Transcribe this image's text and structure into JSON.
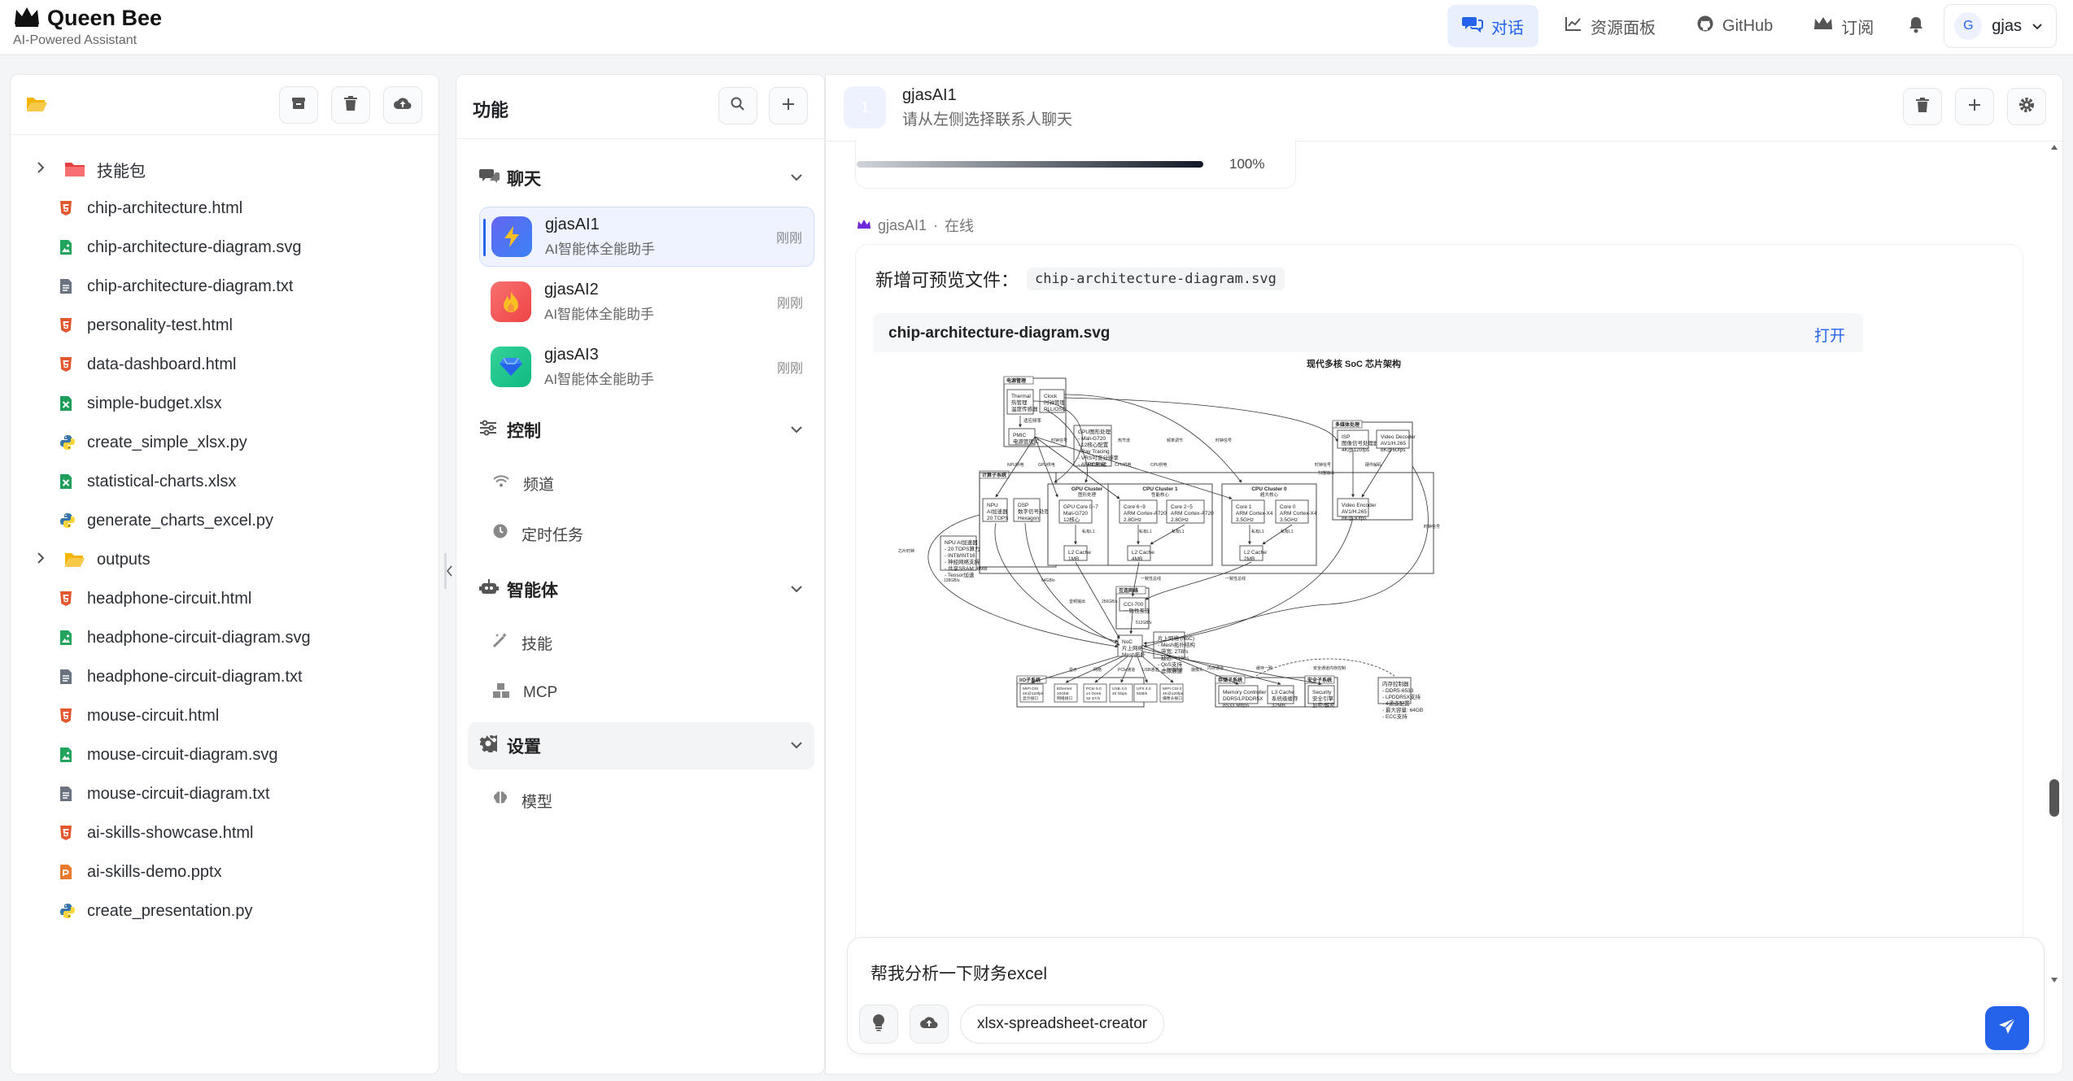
{
  "brand": {
    "title": "Queen Bee",
    "subtitle": "AI-Powered Assistant"
  },
  "nav": {
    "chat": "对话",
    "resources": "资源面板",
    "github": "GitHub",
    "subscribe": "订阅",
    "user_initial": "G",
    "user_name": "gjas"
  },
  "files": {
    "items": [
      {
        "name": "技能包",
        "type": "folder-red"
      },
      {
        "name": "chip-architecture.html",
        "type": "html"
      },
      {
        "name": "chip-architecture-diagram.svg",
        "type": "image"
      },
      {
        "name": "chip-architecture-diagram.txt",
        "type": "text"
      },
      {
        "name": "personality-test.html",
        "type": "html"
      },
      {
        "name": "data-dashboard.html",
        "type": "html"
      },
      {
        "name": "simple-budget.xlsx",
        "type": "excel"
      },
      {
        "name": "create_simple_xlsx.py",
        "type": "python"
      },
      {
        "name": "statistical-charts.xlsx",
        "type": "excel"
      },
      {
        "name": "generate_charts_excel.py",
        "type": "python"
      },
      {
        "name": "outputs",
        "type": "folder-yellow"
      },
      {
        "name": "headphone-circuit.html",
        "type": "html"
      },
      {
        "name": "headphone-circuit-diagram.svg",
        "type": "image"
      },
      {
        "name": "headphone-circuit-diagram.txt",
        "type": "text"
      },
      {
        "name": "mouse-circuit.html",
        "type": "html"
      },
      {
        "name": "mouse-circuit-diagram.svg",
        "type": "image"
      },
      {
        "name": "mouse-circuit-diagram.txt",
        "type": "text"
      },
      {
        "name": "ai-skills-showcase.html",
        "type": "html"
      },
      {
        "name": "ai-skills-demo.pptx",
        "type": "ppt"
      },
      {
        "name": "create_presentation.py",
        "type": "python"
      }
    ]
  },
  "func": {
    "title": "功能",
    "sections": {
      "chat": "聊天",
      "control": "控制",
      "agent": "智能体",
      "settings": "设置"
    },
    "contacts": [
      {
        "name": "gjasAI1",
        "desc": "AI智能体全能助手",
        "time": "刚刚"
      },
      {
        "name": "gjasAI2",
        "desc": "AI智能体全能助手",
        "time": "刚刚"
      },
      {
        "name": "gjasAI3",
        "desc": "AI智能体全能助手",
        "time": "刚刚"
      }
    ],
    "control_items": [
      "频道",
      "定时任务"
    ],
    "agent_items": [
      "技能",
      "MCP"
    ],
    "settings_items": [
      "模型"
    ]
  },
  "chat": {
    "header_avatar": "1",
    "header_name": "gjasAI1",
    "header_sub": "请从左侧选择联系人聊天",
    "progress_label": "100%",
    "progress_value": 1.0,
    "sender": "gjasAI1",
    "sender_status": "在线",
    "message_prefix": "新增可预览文件：",
    "message_file": "chip-architecture-diagram.svg",
    "preview_filename": "chip-architecture-diagram.svg",
    "open_label": "打开"
  },
  "diagram": {
    "title": "现代多核 SoC 芯片架构",
    "power": {
      "group": "电源管理",
      "thermal": [
        "Thermal",
        "热管理",
        "温度传感器"
      ],
      "clock": [
        "Clock",
        "时钟管理",
        "PLL/OSC"
      ],
      "pmic": [
        "PMIC",
        "电源管理IC"
      ],
      "label_adaptive": "适应频率"
    },
    "gpu_note": [
      "GPU图形处理",
      "- Mali-G720",
      "- 12核心配置",
      "- Ray Tracing",
      "- VRS可变分辨率",
      "- AFRC压缩"
    ],
    "compute": {
      "group": "计算子系统",
      "npu": [
        "NPU",
        "AI加速器",
        "20 TOPS"
      ],
      "dsp": [
        "DSP",
        "数字信号处理",
        "Hexagon"
      ]
    },
    "npu_note": [
      "NPU AI加速器",
      "- 20 TOPS算力",
      "- INT8/INT16",
      "- 神经网络支持",
      "- 共享SRAM: 8MB",
      "- Tensor加速"
    ],
    "gpu_cluster": {
      "title": [
        "GPU Cluster",
        "图形处理"
      ],
      "core": [
        "GPU Core 0~7",
        "Mali-G720",
        "12核心"
      ],
      "cache": [
        "L2 Cache",
        "1MB"
      ]
    },
    "cpu1": {
      "title": [
        "CPU Cluster 1",
        "性能核心"
      ],
      "core_a": [
        "Core 6~9",
        "ARM Cortex-A720",
        "2.8GHz"
      ],
      "core_b": [
        "Core 2~5",
        "ARM Cortex-A720",
        "2.8GHz"
      ],
      "cache": [
        "L2 Cache",
        "4MB"
      ]
    },
    "cpu0": {
      "title": [
        "CPU Cluster 0",
        "超大核心"
      ],
      "core_a": [
        "Core 1",
        "ARM Cortex-X4",
        "3.5GHz"
      ],
      "core_b": [
        "Core 0",
        "ARM Cortex-X4",
        "3.5GHz"
      ],
      "cache": [
        "L2 Cache",
        "2MB"
      ]
    },
    "media": {
      "group": "多媒体处理",
      "isp": [
        "ISP",
        "图像信号处理器",
        "4K@120fps"
      ],
      "vdec": [
        "Video Decoder",
        "AV1/H.265",
        "8K@60fps"
      ],
      "venc": [
        "Video Encoder",
        "AV1/H.265",
        "8K@30fps"
      ]
    },
    "interconnect": {
      "group": "互连网络",
      "cci": [
        "CCI-700",
        "一致性互连"
      ],
      "noc": [
        "NoC",
        "片上网络",
        "Mesh拓扑"
      ]
    },
    "noc_note": [
      "片上网络 (NoC)",
      "- Mesh拓扑结构",
      "- 带宽: 2TB/s",
      "- 延迟: <10ns",
      "- QoS支持",
      "- 虚拟通道"
    ],
    "io": {
      "group": "I/O子系统",
      "items": [
        [
          "MIPI DSI",
          "4K@120fps",
          "显示接口"
        ],
        [
          "Ethernet",
          "10GbE",
          "网络接口"
        ],
        [
          "PCIe 5.0",
          "x4 Gen5",
          "32 GT/s"
        ],
        [
          "USB 4.0",
          "40 Gbps"
        ],
        [
          "UFS 4.0",
          "5GB/s"
        ],
        [
          "MIPI CSI-2",
          "4K@120fps",
          "摄像头接口"
        ]
      ]
    },
    "memory": {
      "group": "存储子系统",
      "mc": [
        "Memory Controller",
        "DDR5/LPDDR5X",
        "8533 Mbps"
      ],
      "l3": [
        "L3 Cache",
        "系统级缓存",
        "32MB"
      ]
    },
    "security": {
      "group": "安全子系统",
      "sec": [
        "Security",
        "安全引擎",
        "加密/解密"
      ]
    },
    "mem_note": [
      "内存控制器",
      "- DDR5-6533",
      "- LPDDR5X支持",
      "- 4通道配置",
      "- 最大容量: 64GB",
      "- ECC支持"
    ],
    "edge_labels": {
      "npu": "NPU供电",
      "gpu": "GPU供电",
      "ai": "AI加速SoC",
      "cpu": "CPU供电",
      "cpu2": "CPU供电",
      "clk1": "时钟信号",
      "clk2": "时钟信号",
      "thermal": "热节流",
      "freq": "频率调节",
      "media_clk": "时钟信号",
      "v128": "128GB/s",
      "v64": "64GB/s",
      "v256": "256GB/s",
      "v512": "512GB/s",
      "coh1": "一致性总线",
      "coh2": "一致性总线",
      "l1": "私有L1",
      "l1b": "私有L1",
      "l1c": "私有L1",
      "l1d": "私有L1",
      "l1e": "私有L1",
      "chip_clk": "芯片时钟",
      "show": "显示",
      "net": "网络",
      "pcie": "PCIe通道",
      "usb": "USB通道",
      "store": "存储通道",
      "cam": "摄像头",
      "mem": "内存通道",
      "cache": "缓存一致",
      "secure": "安全通道",
      "mem_ctl": "内存控制",
      "hwdec": "硬件解码",
      "scan": "扫描输出",
      "dsp_out": "音频输出",
      "clk_right": "时钟信号"
    }
  },
  "composer": {
    "text": "帮我分析一下财务excel",
    "skill": "xlsx-spreadsheet-creator"
  },
  "colors": {
    "accent": "#2563eb",
    "html": "#e4572e",
    "excel": "#1e9e5a",
    "python": "#3776ab",
    "ppt": "#e8792d",
    "folder_red": "#e53e3e",
    "folder_yellow": "#f4b400"
  }
}
